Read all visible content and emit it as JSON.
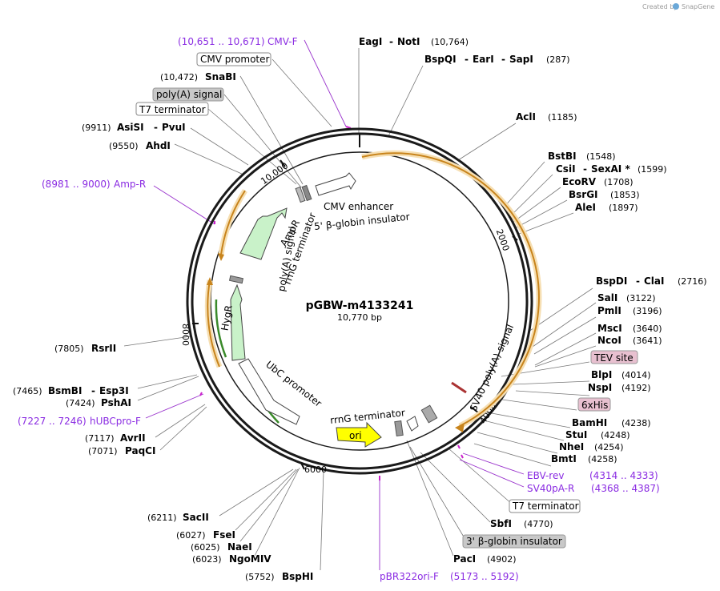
{
  "credit": {
    "prefix": "Created by",
    "brand": "SnapGene"
  },
  "plasmid": {
    "name": "pGBW-m4133241",
    "length_label": "10,770 bp"
  },
  "ticks": {
    "t2000": "2000",
    "t4000": "4000",
    "t6000": "6000",
    "t8000": "8000",
    "t10000": "10,000"
  },
  "enzymes": {
    "eagi": "EagI",
    "noti": "NotI",
    "eagi_pos": "(10,764)",
    "bspqi": "BspQI",
    "eari": "EarI",
    "sapi": "SapI",
    "bspqi_pos": "(287)",
    "acli": "AclI",
    "acli_pos": "(1185)",
    "bstbi": "BstBI",
    "bstbi_pos": "(1548)",
    "csii": "CsiI",
    "sexai": "SexAI *",
    "csii_pos": "(1599)",
    "ecorv": "EcoRV",
    "ecorv_pos": "(1708)",
    "bsrgi": "BsrGI",
    "bsrgi_pos": "(1853)",
    "alei": "AleI",
    "alei_pos": "(1897)",
    "bspdi": "BspDI",
    "clai": "ClaI",
    "bspdi_pos": "(2716)",
    "sali": "SalI",
    "sali_pos": "(3122)",
    "pmli": "PmlI",
    "pmli_pos": "(3196)",
    "msci": "MscI",
    "msci_pos": "(3640)",
    "ncoi": "NcoI",
    "ncoi_pos": "(3641)",
    "blpi": "BlpI",
    "blpi_pos": "(4014)",
    "nspi": "NspI",
    "nspi_pos": "(4192)",
    "bamhi": "BamHI",
    "bamhi_pos": "(4238)",
    "stui": "StuI",
    "stui_pos": "(4248)",
    "nhei": "NheI",
    "nhei_pos": "(4254)",
    "bmti": "BmtI",
    "bmti_pos": "(4258)",
    "sbfi": "SbfI",
    "sbfi_pos": "(4770)",
    "paci": "PacI",
    "paci_pos": "(4902)",
    "bsphi": "BspHI",
    "bsphi_pos": "(5752)",
    "ngomiv": "NgoMIV",
    "ngomiv_pos": "(6023)",
    "naei": "NaeI",
    "naei_pos": "(6025)",
    "fsei": "FseI",
    "fsei_pos": "(6027)",
    "sacii": "SacII",
    "sacii_pos": "(6211)",
    "paqci": "PaqCI",
    "paqci_pos": "(7071)",
    "avrii": "AvrII",
    "avrii_pos": "(7117)",
    "pshai": "PshAI",
    "pshai_pos": "(7424)",
    "bsmbi": "BsmBI",
    "esp3i": "Esp3I",
    "bsmbi_pos": "(7465)",
    "rsrii": "RsrII",
    "rsrii_pos": "(7805)",
    "ahdi": "AhdI",
    "ahdi_pos": "(9550)",
    "asisi": "AsiSI",
    "pvui": "PvuI",
    "asisi_pos": "(9911)",
    "snabi": "SnaBI",
    "snabi_pos": "(10,472)"
  },
  "primers": {
    "cmvf": "CMV-F",
    "cmvf_pos": "(10,651 .. 10,671)",
    "ampr": "Amp-R",
    "ampr_pos": "(8981 .. 9000)",
    "hubc": "hUBCpro-F",
    "hubc_pos": "(7227 .. 7246)",
    "ebv": "EBV-rev",
    "ebv_pos": "(4314 .. 4333)",
    "sv40": "SV40pA-R",
    "sv40_pos": "(4368 .. 4387)",
    "pbr": "pBR322ori-F",
    "pbr_pos": "(5173 .. 5192)"
  },
  "boxed": {
    "cmv_promoter": "CMV promoter",
    "polya_signal": "poly(A) signal",
    "t7_term_top": "T7 terminator",
    "tev_site": "TEV site",
    "his6": "6xHis",
    "t7_term_bottom": "T7 terminator",
    "beta_globin3": "3' β-globin insulator"
  },
  "features": {
    "cmv_enhancer": "CMV enhancer",
    "beta_globin5": "5' β-globin insulator",
    "ampr": "AmpR",
    "rrng_top": "rrnG terminator",
    "polya_left": "poly(A) signal",
    "hygr": "HygR",
    "ubc": "UbC promoter",
    "ori": "ori",
    "rrng_bottom": "rrnG terminator",
    "sv40_polya": "SV40 poly(A) signal"
  }
}
